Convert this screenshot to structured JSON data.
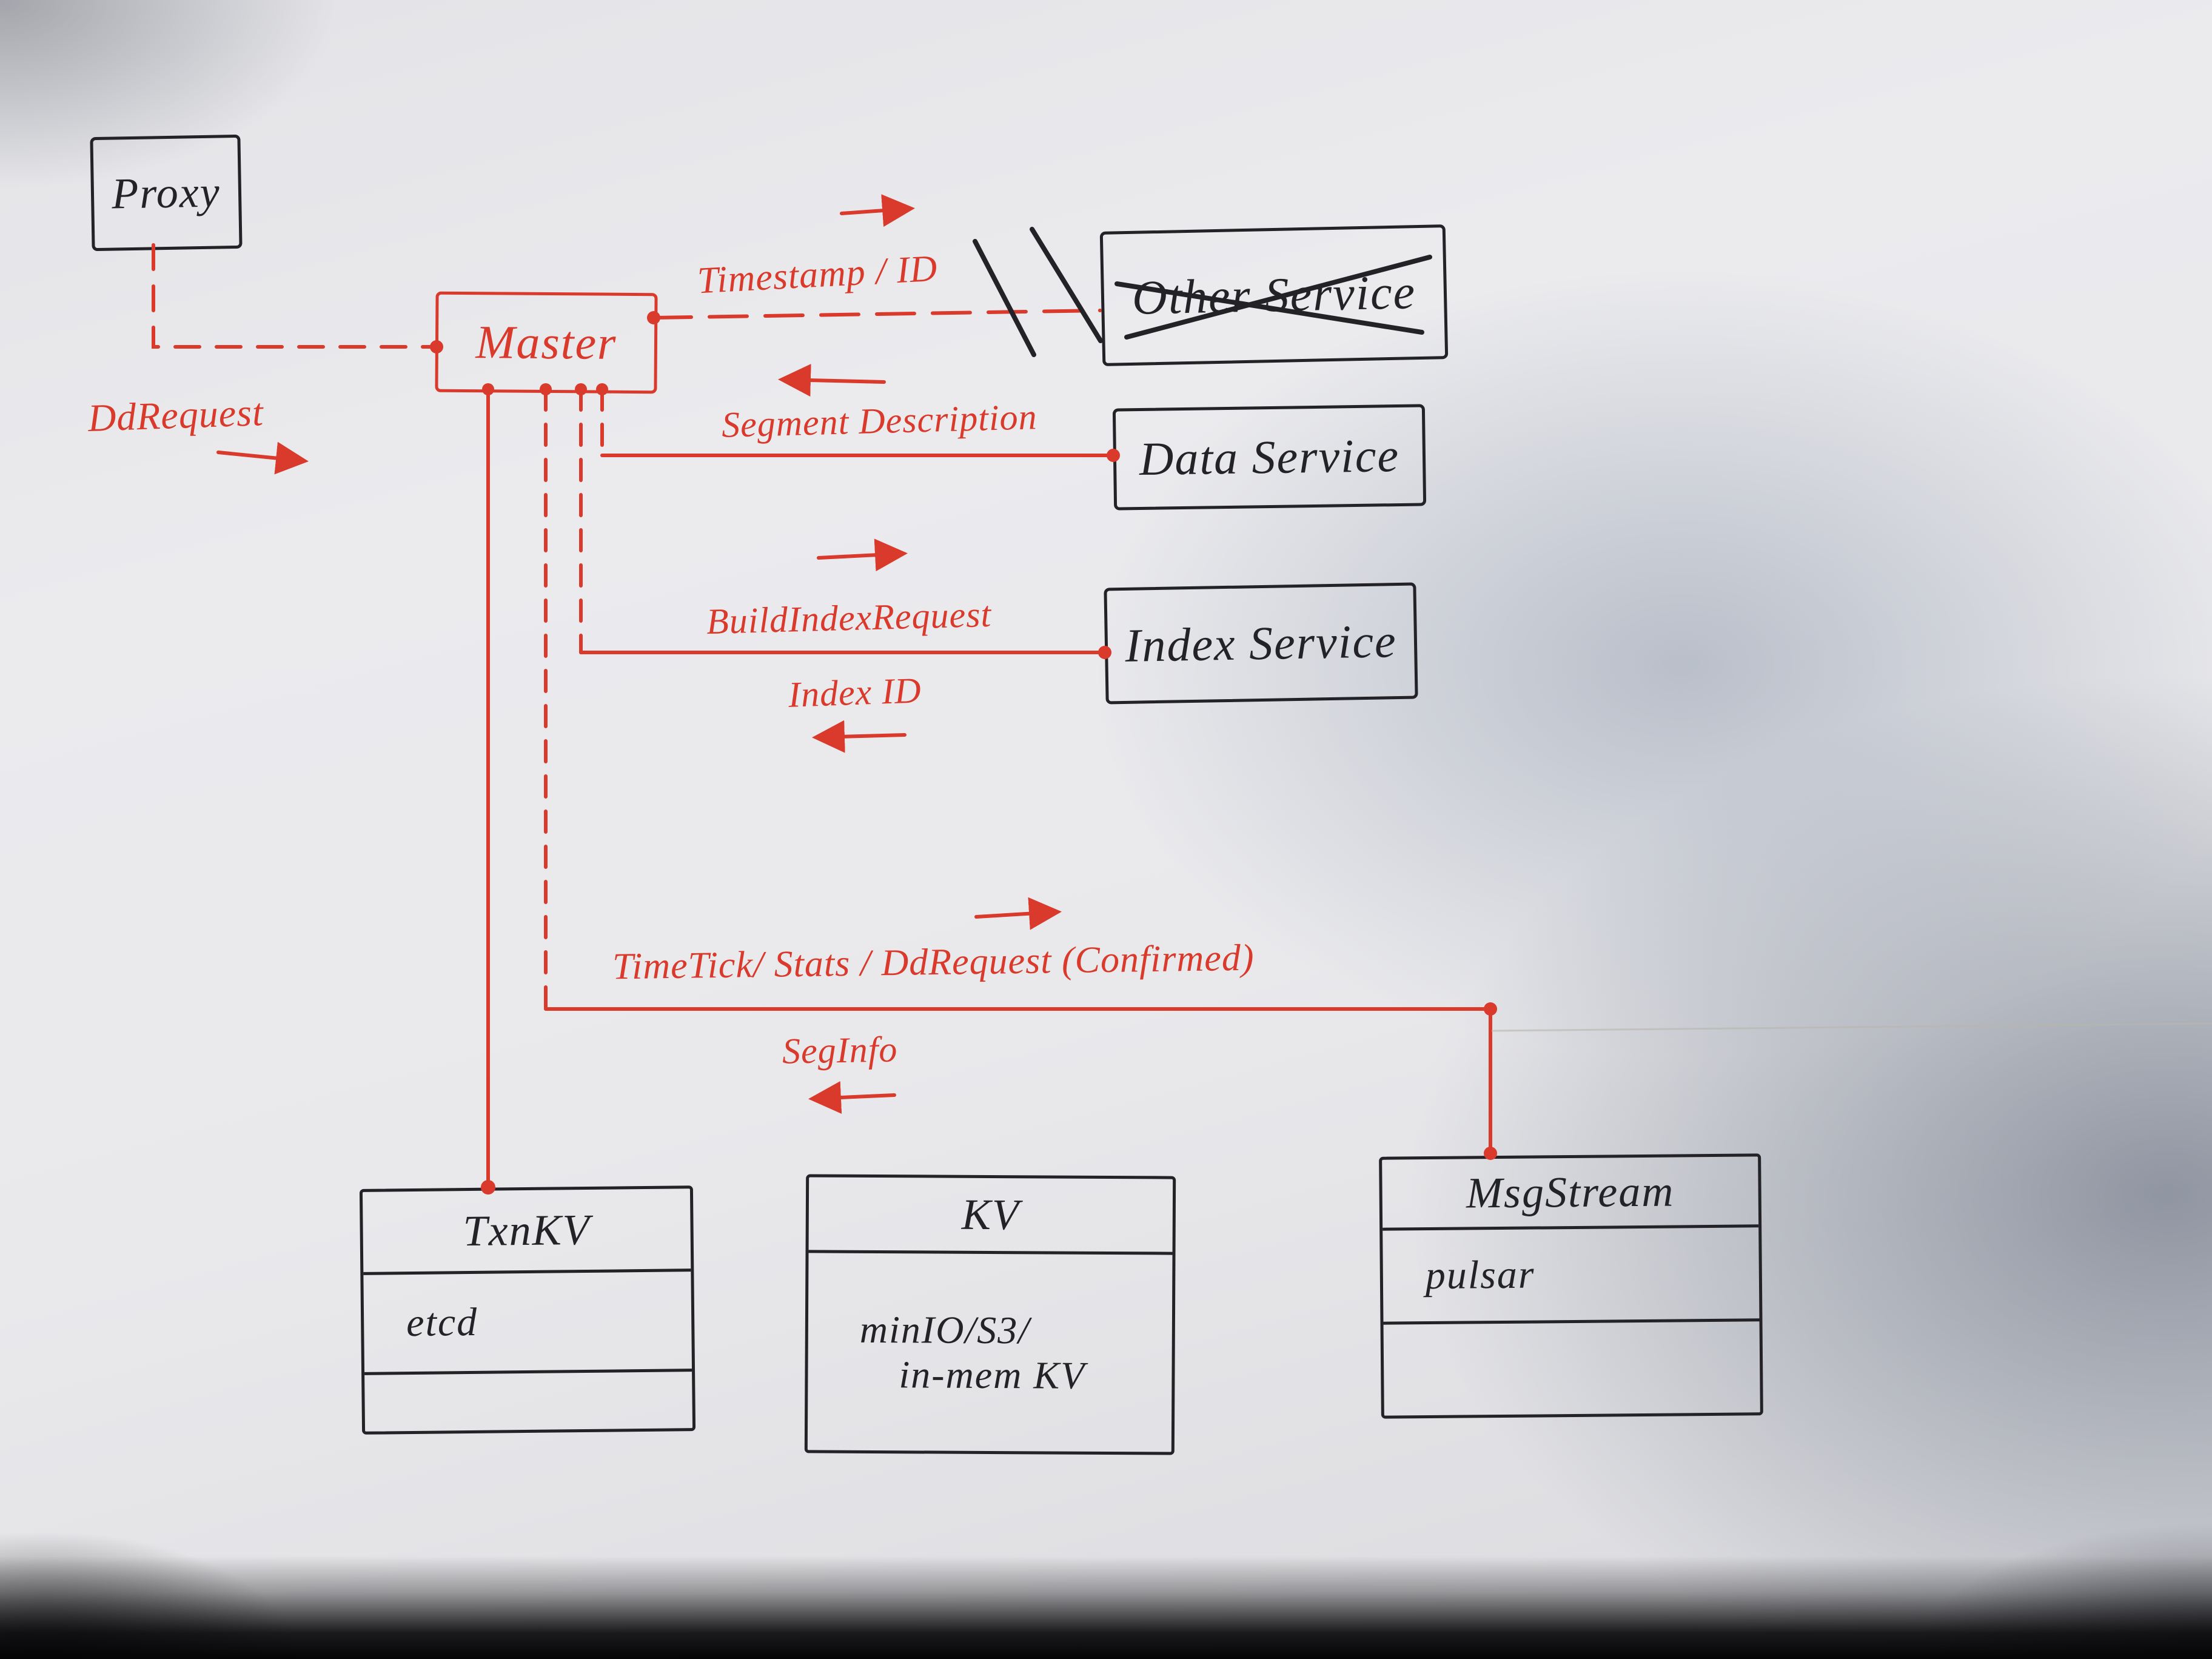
{
  "nodes": {
    "proxy": {
      "label": "Proxy"
    },
    "master": {
      "label": "Master"
    },
    "other_service": {
      "label": "Other Service",
      "status": "crossed-out"
    },
    "data_service": {
      "label": "Data Service"
    },
    "index_service": {
      "label": "Index Service"
    },
    "txn_kv": {
      "title": "TxnKV",
      "impl": "etcd"
    },
    "kv": {
      "title": "KV",
      "impl_line1": "minIO/S3/",
      "impl_line2": "in-mem KV"
    },
    "msg_stream": {
      "title": "MsgStream",
      "impl": "pulsar"
    }
  },
  "edge_labels": {
    "dd_request": "DdRequest",
    "timestamp_id": "Timestamp / ID",
    "segment_description": "Segment Description",
    "build_index_request": "BuildIndexRequest",
    "index_id": "Index ID",
    "timetick_stats_ddrequest": "TimeTick/ Stats / DdRequest (Confirmed)",
    "seg_info": "SegInfo"
  },
  "ink": {
    "black": "#232327",
    "red": "#d93a2c"
  }
}
